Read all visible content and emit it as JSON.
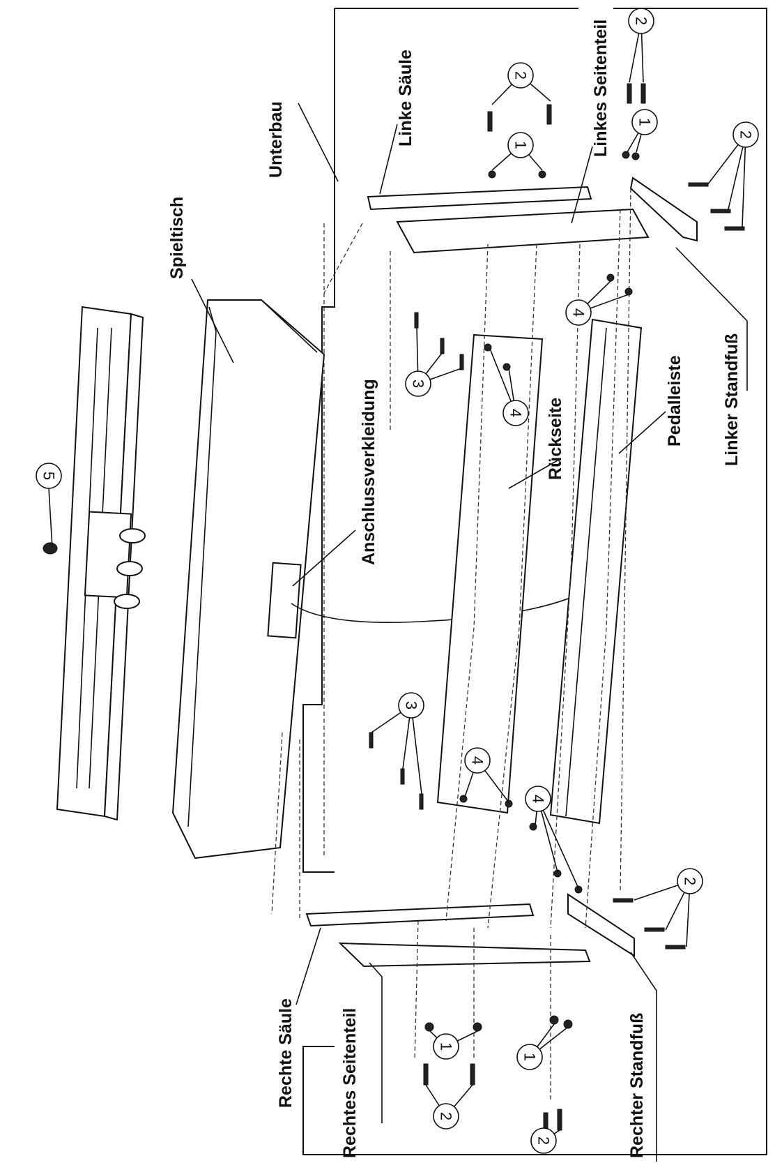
{
  "labels": {
    "unterbau": "Unterbau",
    "linke_saeule": "Linke Säule",
    "linkes_seitenteil": "Linkes Seitenteil",
    "spieltisch": "Spieltisch",
    "anschlussverkleidung": "Anschlussverkleidung",
    "rueckseite": "Rückseite",
    "pedalleiste": "Pedalleiste",
    "linker_standfuss": "Linker Standfuß",
    "rechte_saeule": "Rechte Säule",
    "rechtes_seitenteil": "Rechtes Seitenteil",
    "rechter_standfuss": "Rechter Standfuß"
  },
  "callouts": {
    "c1": "1",
    "c2": "2",
    "c3": "3",
    "c4": "4",
    "c5": "5"
  }
}
